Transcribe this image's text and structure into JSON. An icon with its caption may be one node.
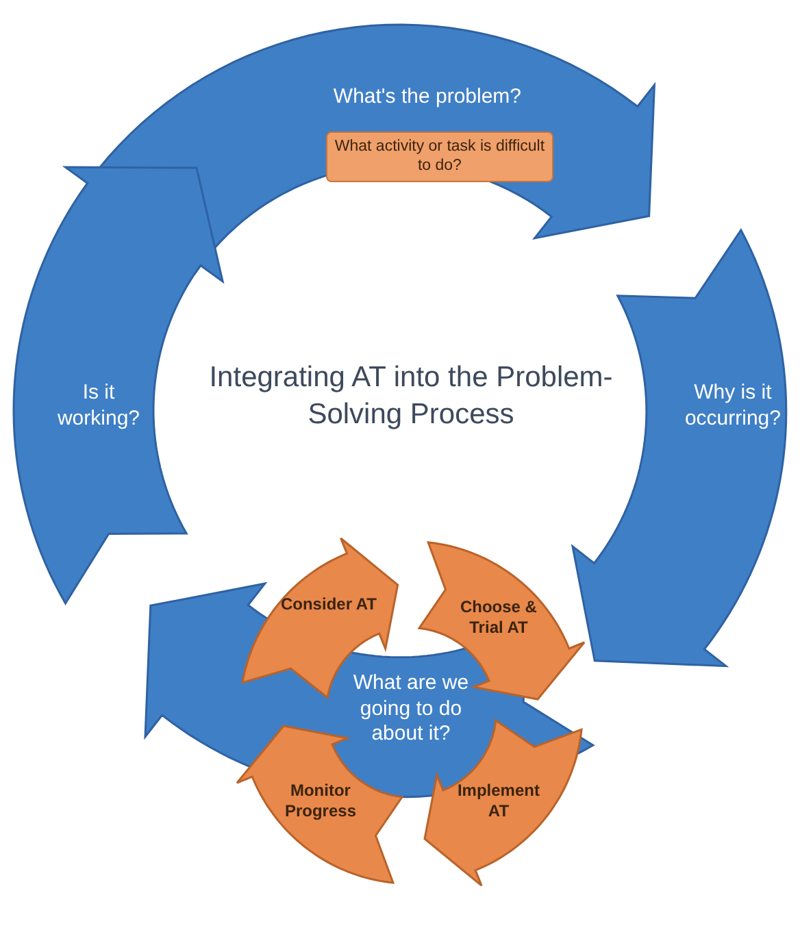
{
  "diagram": {
    "title": "Integrating AT into the Problem-Solving Process",
    "nodes": [
      {
        "text": [
          "What's the problem?"
        ]
      },
      {
        "text": [
          "What activity or task is difficult to do?"
        ],
        "in": 0
      },
      {
        "text": [
          "Why is it occurring?"
        ]
      },
      {
        "text": [
          "What are we going to do about it?"
        ]
      },
      {
        "text": [
          "Is it working?"
        ]
      },
      {
        "text": [
          "Consider AT"
        ]
      },
      {
        "text": [
          "Choose & Trial AT"
        ]
      },
      {
        "text": [
          "Implement AT"
        ]
      },
      {
        "text": [
          "Monitor Progress"
        ]
      }
    ]
  }
}
